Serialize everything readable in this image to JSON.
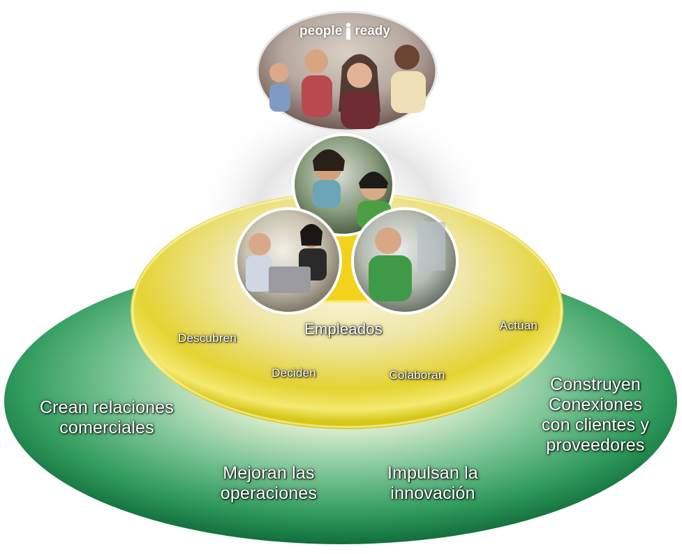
{
  "logo": {
    "left_word": "people",
    "right_word": "ready"
  },
  "center_label": "Empleados",
  "employee_actions": [
    {
      "id": "descubren",
      "label": "Descubren"
    },
    {
      "id": "actuan",
      "label": "Actúan"
    },
    {
      "id": "deciden",
      "label": "Deciden"
    },
    {
      "id": "colaboran",
      "label": "Colaboran"
    }
  ],
  "business_outcomes": {
    "left": [
      "Crean relaciones",
      "comerciales"
    ],
    "right": [
      "Construyen",
      "Conexiones",
      "con clientes y",
      "proveedores"
    ],
    "bottom_left": [
      "Mejoran las",
      "operaciones"
    ],
    "bottom_right": [
      "Impulsan la",
      "innovación"
    ]
  },
  "colors": {
    "outer_ellipse_edge": "#0e6b3a",
    "outer_ellipse_mid": "#4fae72",
    "outer_ellipse_center": "#e9f3dc",
    "inner_ellipse_rim": "#e6d62a",
    "inner_ellipse_center": "#f5f1c8",
    "triangle": "#f2d21a"
  },
  "photos": [
    {
      "id": "top-photo",
      "subject": "group of four people"
    },
    {
      "id": "circle-top",
      "subject": "two people looking at screen"
    },
    {
      "id": "circle-left",
      "subject": "man and woman with laptop"
    },
    {
      "id": "circle-right",
      "subject": "man in green shirt"
    }
  ]
}
